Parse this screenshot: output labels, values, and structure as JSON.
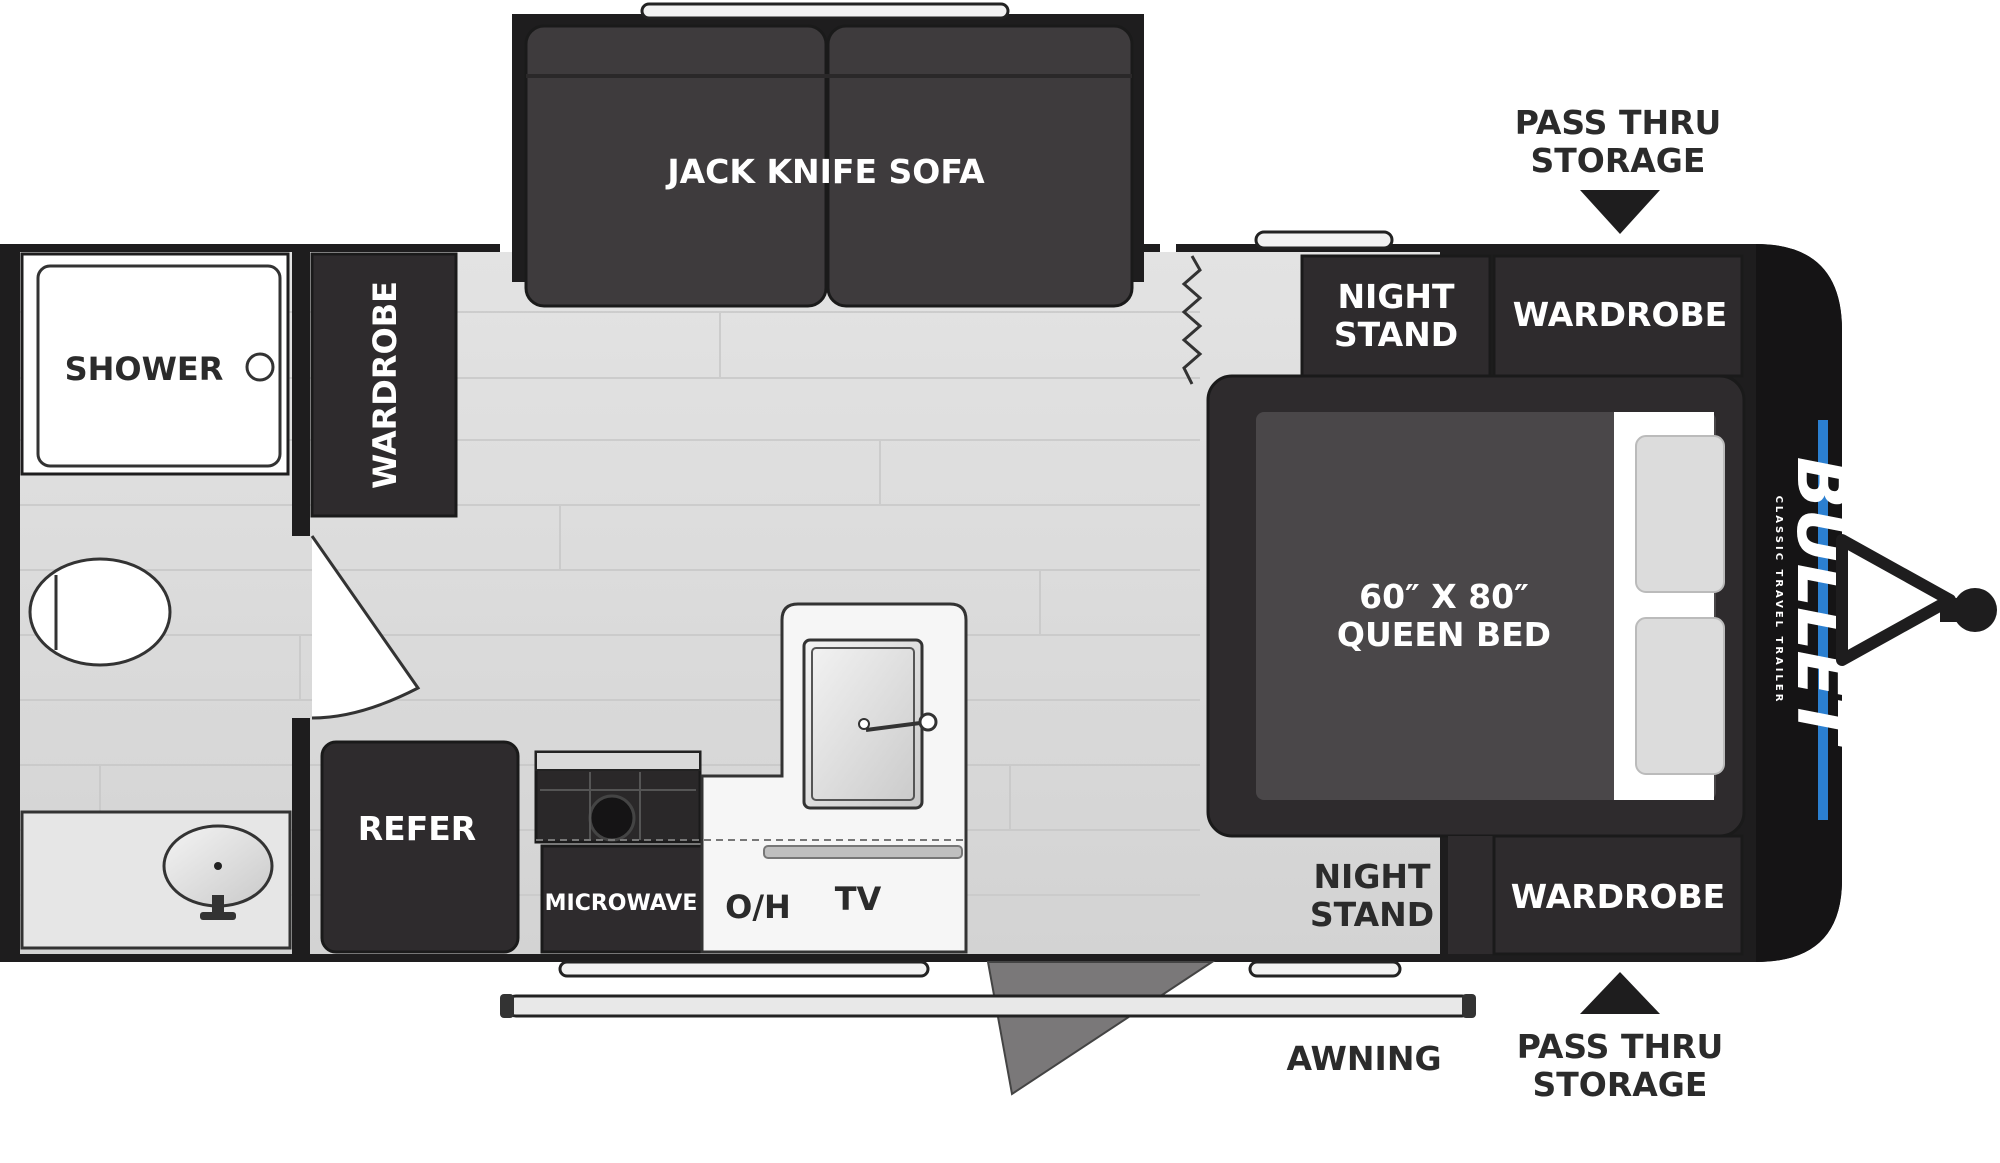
{
  "labels": {
    "sofa": "JACK KNIFE SOFA",
    "shower": "SHOWER",
    "wardrobe_bath": "WARDROBE",
    "refer": "REFER",
    "microwave": "MICROWAVE",
    "oh": "O/H",
    "tv": "TV",
    "nightstand_top_1": "NIGHT",
    "nightstand_top_2": "STAND",
    "wardrobe_top": "WARDROBE",
    "bed_1": "60″ X 80″",
    "bed_2": "QUEEN BED",
    "nightstand_bottom_1": "NIGHT",
    "nightstand_bottom_2": "STAND",
    "wardrobe_bottom": "WARDROBE",
    "pass_top_1": "PASS THRU",
    "pass_top_2": "STORAGE",
    "pass_bottom_1": "PASS THRU",
    "pass_bottom_2": "STORAGE",
    "awning": "AWNING"
  },
  "brand": {
    "logo": "BULLET",
    "tagline": "CLASSIC TRAVEL TRAILER",
    "accent_color": "#2b7fd0"
  },
  "colors": {
    "dark_fixture": "#2e2b2d",
    "sofa": "#3e3b3d",
    "floor": "#d8d8d8",
    "outline": "#1a1a1a"
  }
}
